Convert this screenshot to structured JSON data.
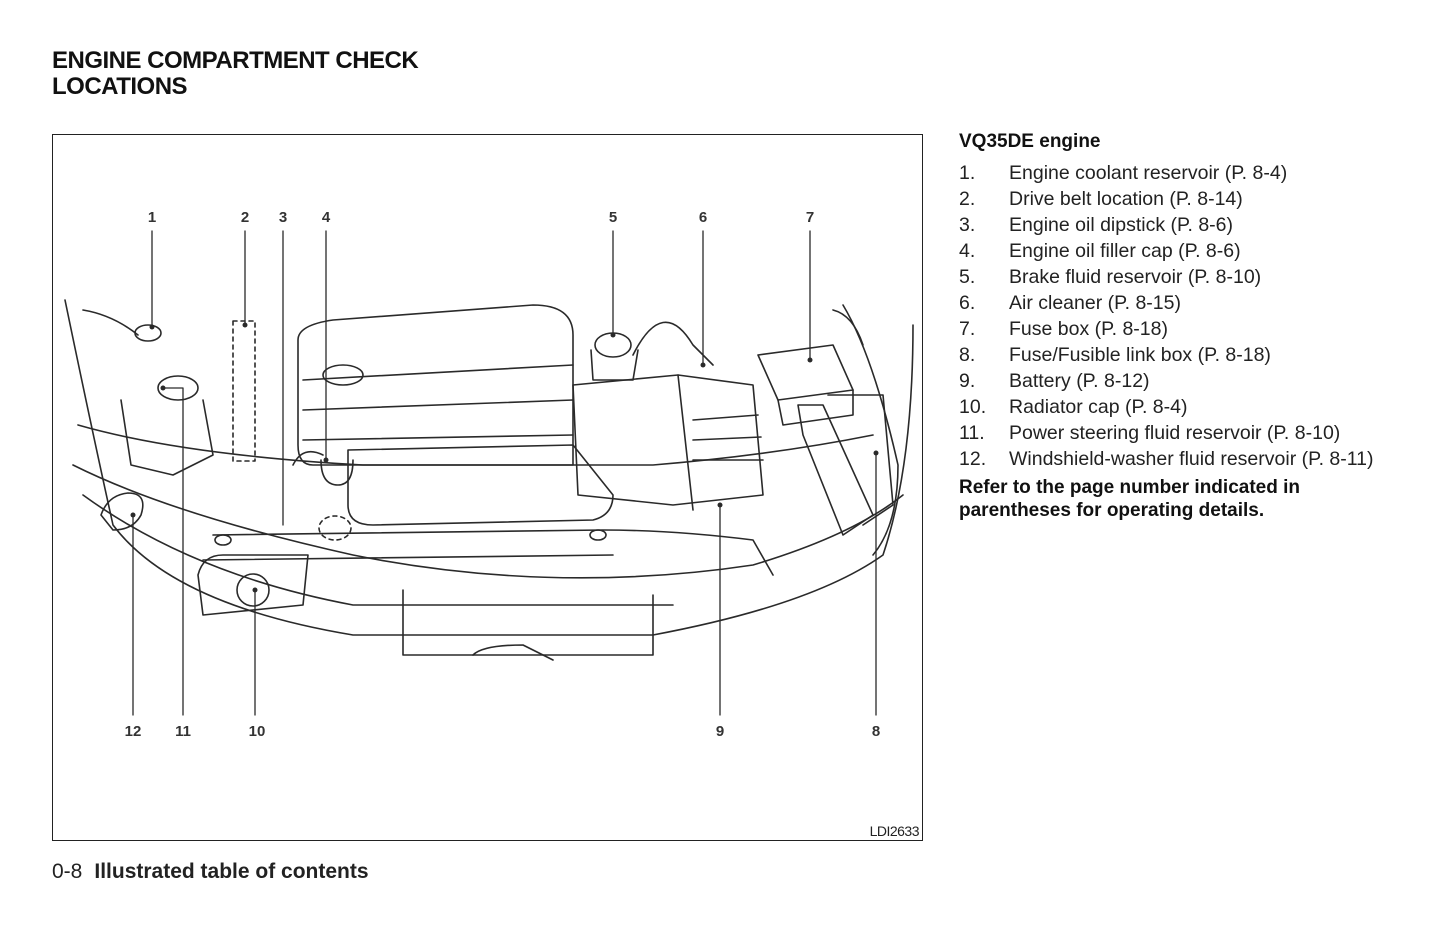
{
  "page": {
    "title_lines": [
      "ENGINE COMPARTMENT CHECK",
      "LOCATIONS"
    ],
    "figure": {
      "code": "LDI2633",
      "top_callouts": [
        "1",
        "2",
        "3",
        "4",
        "5",
        "6",
        "7"
      ],
      "bottom_callouts": [
        "12",
        "11",
        "10",
        "9",
        "8"
      ]
    },
    "legend": {
      "heading": "VQ35DE engine",
      "items": [
        {
          "num": "1.",
          "text": "Engine coolant reservoir (P. 8-4)"
        },
        {
          "num": "2.",
          "text": "Drive belt location (P. 8-14)"
        },
        {
          "num": "3.",
          "text": "Engine oil dipstick (P. 8-6)"
        },
        {
          "num": "4.",
          "text": "Engine oil filler cap (P. 8-6)"
        },
        {
          "num": "5.",
          "text": "Brake fluid reservoir (P. 8-10)"
        },
        {
          "num": "6.",
          "text": "Air cleaner (P. 8-15)"
        },
        {
          "num": "7.",
          "text": "Fuse box (P. 8-18)"
        },
        {
          "num": "8.",
          "text": "Fuse/Fusible link box (P. 8-18)"
        },
        {
          "num": "9.",
          "text": "Battery (P. 8-12)"
        },
        {
          "num": "10.",
          "text": "Radiator cap (P. 8-4)"
        },
        {
          "num": "11.",
          "text": "Power steering fluid reservoir (P. 8-10)"
        },
        {
          "num": "12.",
          "text": "Windshield-washer fluid reservoir (P. 8-11)"
        }
      ],
      "note": "Refer to the page number indicated in parentheses for operating details."
    },
    "footer": {
      "page_number": "0-8",
      "section": "Illustrated table of contents"
    }
  }
}
